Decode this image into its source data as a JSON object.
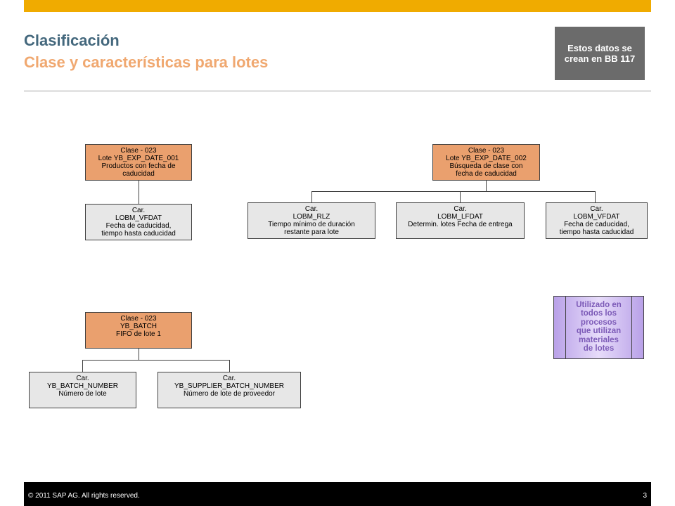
{
  "header": {
    "title": "Clasificación",
    "subtitle": "Clase y características para lotes",
    "note": "Estos datos se crean en BB 117"
  },
  "diagram": {
    "group1": {
      "class": "Clase - 023\nLote YB_EXP_DATE_001\nProductos con fecha de caducidad",
      "chars": [
        "Car.\nLOBM_VFDAT\nFecha de caducidad,\ntiempo hasta caducidad"
      ]
    },
    "group2": {
      "class": "Clase - 023\nLote YB_EXP_DATE_002\nBúsqueda de clase con\nfecha de caducidad",
      "chars": [
        "Car.\nLOBM_RLZ\nTiempo mínimo de duración\nrestante para lote",
        "Car.\nLOBM_LFDAT\nDetermin. lotes Fecha de entrega",
        "Car.\nLOBM_VFDAT\nFecha de caducidad,\ntiempo hasta caducidad"
      ]
    },
    "group3": {
      "class": "Clase - 023\nYB_BATCH\nFIFO de lote 1",
      "chars": [
        "Car.\nYB_BATCH_NUMBER\nNúmero de lote",
        "Car.\nYB_SUPPLIER_BATCH_NUMBER\nNúmero de lote de proveedor"
      ]
    },
    "process_note": "Utilizado en\ntodos los\nprocesos\nque utilizan\nmateriales\nde lotes"
  },
  "footer": {
    "copyright": "© 2011 SAP AG. All rights reserved.",
    "page": "3"
  },
  "colors": {
    "top_bar": "#f0ab00",
    "title": "#44687d",
    "subtitle": "#f0a870",
    "class_box": "#eaa06e",
    "char_box": "#e7e7e7",
    "note_box": "#6b6b6b",
    "process_text": "#7c5ab7"
  }
}
